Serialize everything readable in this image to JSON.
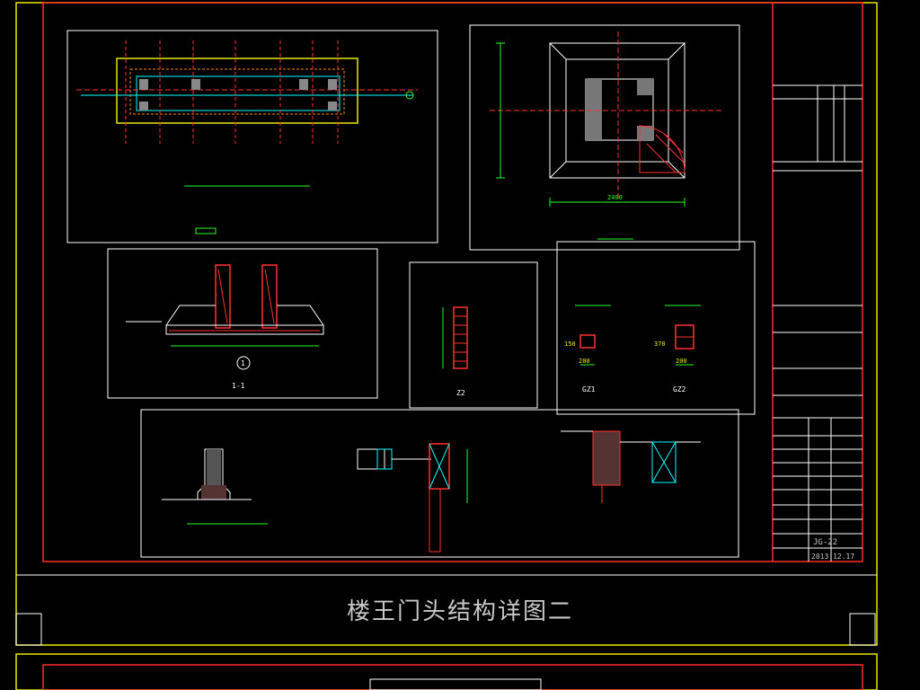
{
  "sheet_title": "楼王门头结构详图二",
  "colors": {
    "frame": "#e8e800",
    "border": "#ff2a2a",
    "panel": "#ffffff",
    "line": "#22ff22",
    "rebar": "#ff3030",
    "beam": "#00ffff",
    "caption": "#c8c8c8"
  },
  "detail_labels": {
    "section_1_1": "1-1",
    "column_z2": "Z2",
    "gz1": "GZ1",
    "gz2": "GZ2",
    "mark_1": "1"
  },
  "dimensions": {
    "plan_width": "2400",
    "gz1_width": "200",
    "gz1_height": "150",
    "gz2_width": "200",
    "gz2_height": "370"
  },
  "title_block": {
    "drawing_no": "JG-22",
    "date": "2013.12.17"
  }
}
